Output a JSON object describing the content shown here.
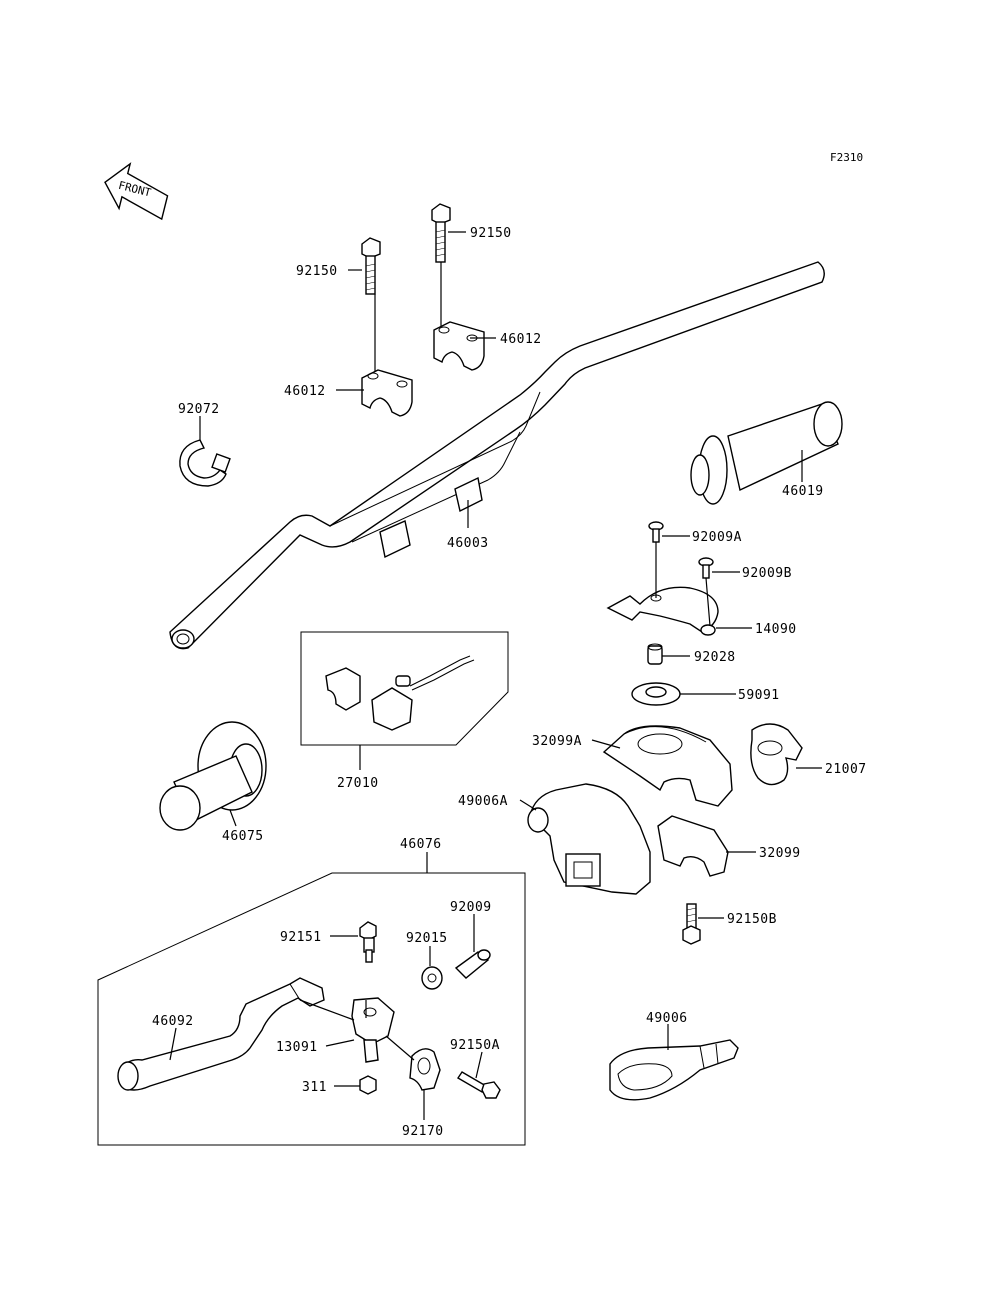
{
  "figure_code": "F2310",
  "front_arrow_label": "FRONT",
  "labels": {
    "p92150_a": "92150",
    "p92150_b": "92150",
    "p46012_a": "46012",
    "p46012_b": "46012",
    "p92072": "92072",
    "p46019": "46019",
    "p46003": "46003",
    "p92009A": "92009A",
    "p92009B": "92009B",
    "p14090": "14090",
    "p92028": "92028",
    "p59091": "59091",
    "p32099A": "32099A",
    "p21007": "21007",
    "p27010": "27010",
    "p49006A": "49006A",
    "p46075": "46075",
    "p32099": "32099",
    "p46076": "46076",
    "p92009": "92009",
    "p92151": "92151",
    "p92015": "92015",
    "p92150B": "92150B",
    "p46092": "46092",
    "p13091": "13091",
    "p92150A": "92150A",
    "p311": "311",
    "p92170": "92170",
    "p49006": "49006"
  }
}
